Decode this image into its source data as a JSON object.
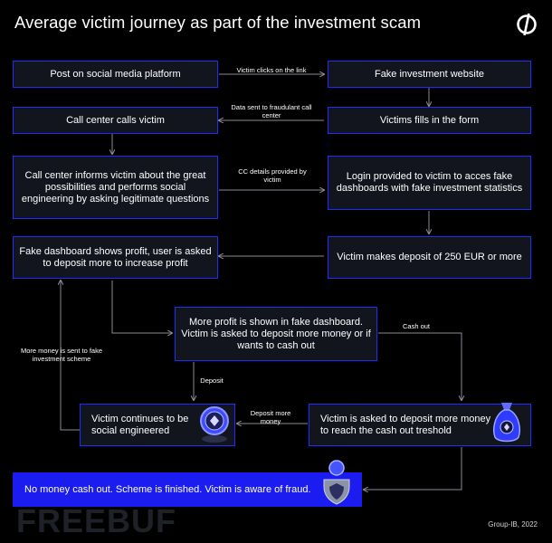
{
  "title": "Average victim journey as part of the investment scam",
  "boxes": {
    "post": "Post on social media platform",
    "fake_site": "Fake investment website",
    "call_center": "Call center calls victim",
    "fills_form": "Victims fills in the form",
    "informs": "Call center informs victim about the great possibilities and performs social engineering by asking legitimate questions",
    "login": "Login provided to victim to acces fake dashboards with fake investment statistics",
    "fake_dashboard": "Fake dashboard shows profit, user is asked to deposit more to increase profit",
    "deposit_250": "Victim makes deposit of 250 EUR or more",
    "more_profit": "More profit is shown in fake dashboard. Victim is asked to deposit more money or if wants to cash out",
    "continues": "Victim continues to be social engineered",
    "asked_deposit": "Victim is asked to deposit more money to reach the cash out treshold",
    "no_money": "No money cash out. Scheme is finished. Victim is aware of fraud."
  },
  "labels": {
    "clicks_link": "Victim clicks on the link",
    "data_sent": "Data sent to fraudulant call center",
    "cc_details": "CC details provided by victim",
    "cash_out": "Cash out",
    "deposit": "Deposit",
    "deposit_more": "Deposit more money",
    "more_money_sent": "More money is sent to fake investment scheme"
  },
  "watermark": "FREEBUF",
  "credit": "Group-IB, 2022",
  "colors": {
    "background": "#000000",
    "box_fill": "#12151d",
    "box_border": "#1e2dff",
    "highlight": "#1a1cf0",
    "arrow": "#8a8d96"
  },
  "icons": [
    "group-ib-logo-icon",
    "shield-coin-icon",
    "money-bag-icon",
    "person-shield-icon"
  ]
}
